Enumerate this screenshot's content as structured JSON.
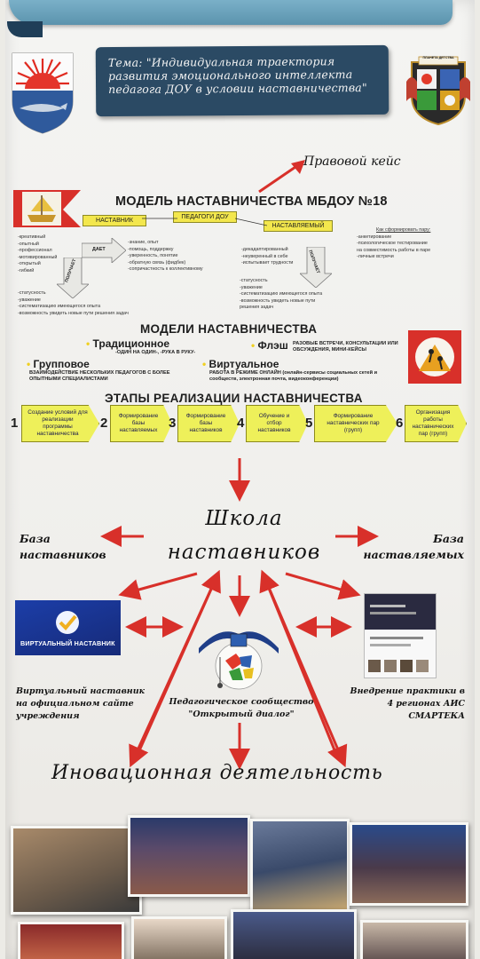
{
  "header": {
    "theme": "Тема: \"Индивидуальная траектория развития эмоционального интеллекта педагога ДОУ в условии наставничества\"",
    "right_logo_caption": "ПЛАНЕТА ДЕТСТВА"
  },
  "legal_case": "Правовой кейс",
  "model": {
    "title": "МОДЕЛЬ НАСТАВНИЧЕСТВА МБДОУ №18",
    "teachers_label": "ПЕДАГОГИ ДОУ",
    "mentor_label": "НАСТАВНИК",
    "mentee_label": "НАСТАВЛЯЕМЫЙ",
    "give_label": "ДАЕТ",
    "receive_label": "ПОЛУЧАЕТ",
    "mentor_qualities": [
      "-креативный",
      "-опытный",
      "-профессионал",
      "-мотивированный",
      "-открытый",
      "-гибкий"
    ],
    "mentor_gives": [
      "-знание, опыт",
      "-помощь, поддержку",
      "-уверенность, понятие",
      "-обратную связь (фидбек)",
      "-сопричастность к коллективному"
    ],
    "mentor_gets": [
      "-статусность",
      "-уважение",
      "-систематизацию имеющегося опыта",
      "-возможность увидеть новые пути решения задач"
    ],
    "mentee_qualities": [
      "-декадаптированный",
      "-неуверенный в себе",
      "-испытывает трудности"
    ],
    "mentee_gets": [
      "-статусность",
      "-уважение",
      "-систематизацию имеющегося опыта",
      "-возможность увидеть новые пути",
      "решения задач"
    ],
    "pair_title": "Как сформировать пару:",
    "pair_items": [
      "-анкетирование",
      "-психологическое тестирование",
      "на совместимость работы в паре",
      "-личные встречи"
    ]
  },
  "models": {
    "title": "МОДЕЛИ НАСТАВНИЧЕСТВА",
    "traditional": "Традиционное",
    "traditional_desc": "-ОДИН НА ОДИН-, -РУКА В РУКУ-",
    "flash": "Флэш",
    "flash_desc": "РАЗОВЫЕ ВСТРЕЧИ, КОНСУЛЬТАЦИИ ИЛИ ОБСУЖДЕНИЯ, МИНИ-КЕЙСЫ",
    "group": "Групповое",
    "group_desc": "ВЗАИМОДЕЙСТВИЕ НЕСКОЛЬКИХ ПЕДАГОГОВ С БОЛЕЕ ОПЫТНЫМИ СПЕЦИАЛИСТАМИ",
    "virtual": "Виртуальное",
    "virtual_desc": "РАБОТА В РЕЖИМЕ ОНЛАЙН (онлайн-сервисы социальных сетей и сообществ, электронная почта, видеоконференции)"
  },
  "stages": {
    "title": "ЭТАПЫ РЕАЛИЗАЦИИ НАСТАВНИЧЕСТВА",
    "items": [
      {
        "num": "1",
        "label": "Создание условий для реализации программы наставничества"
      },
      {
        "num": "2",
        "label": "Формирование базы наставляемых"
      },
      {
        "num": "3",
        "label": "Формирование базы наставников"
      },
      {
        "num": "4",
        "label": "Обучение и отбор наставников"
      },
      {
        "num": "5",
        "label": "Формирование наставнических пар (групп)"
      },
      {
        "num": "6",
        "label": "Организация работы наставнических пар (групп)"
      }
    ]
  },
  "school": {
    "title": "Школа наставников",
    "base_mentors": "База наставников",
    "base_mentees": "База наставляемых",
    "virtual_caption": "Виртуальный наставник на официальном сайте учреждения",
    "virtual_box_label": "ВИРТУАЛЬНЫЙ НАСТАВНИК",
    "community": "Педагогическое сообщество \"Открытый диалог\"",
    "practice": "Внедрение практики в 4 регионах АИС СМАРТЕКА",
    "innovation": "Иновационная деятельность"
  },
  "colors": {
    "arrow_red": "#d8302a",
    "theme_box": "#2b4a64",
    "stage_yellow": "#eef05a",
    "pill_yellow": "#f3e74d",
    "top_strip": "#6aa3bd"
  }
}
